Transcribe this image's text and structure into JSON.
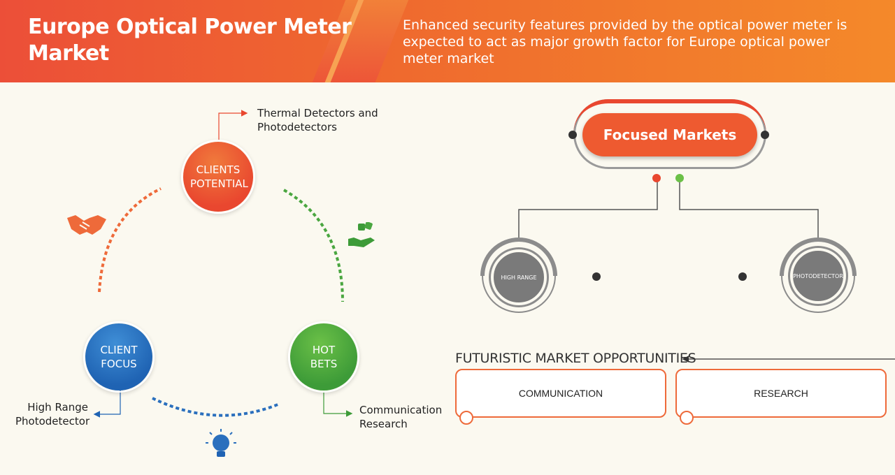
{
  "header": {
    "title": "Europe Optical Power Meter Market",
    "subtitle": "Enhanced security features provided by the optical power meter is expected to act as major growth factor for Europe optical power meter market"
  },
  "cycle": {
    "clients_potential": "CLIENTS POTENTIAL",
    "client_focus": "CLIENT FOCUS",
    "hot_bets": "HOT BETS",
    "clients_potential_note": "Thermal Detectors and Photodetectors",
    "client_focus_note": "High Range Photodetector",
    "hot_bets_note": "Communication Research",
    "icons": [
      "handshake-icon",
      "dice-hand-icon",
      "lightbulb-icon"
    ]
  },
  "focused_markets": {
    "title": "Focused Markets",
    "left_node": "HIGH RANGE",
    "right_node": "PHOTODETECTOR"
  },
  "futuristic": {
    "title": "FUTURISTIC MARKET OPPORTUNITIES",
    "boxes": [
      "COMMUNICATION",
      "RESEARCH"
    ]
  },
  "colors": {
    "orange": "#ee5a30",
    "red": "#e9472f",
    "blue": "#1f63b3",
    "green": "#3d9b38",
    "grey": "#7a7a7a"
  }
}
